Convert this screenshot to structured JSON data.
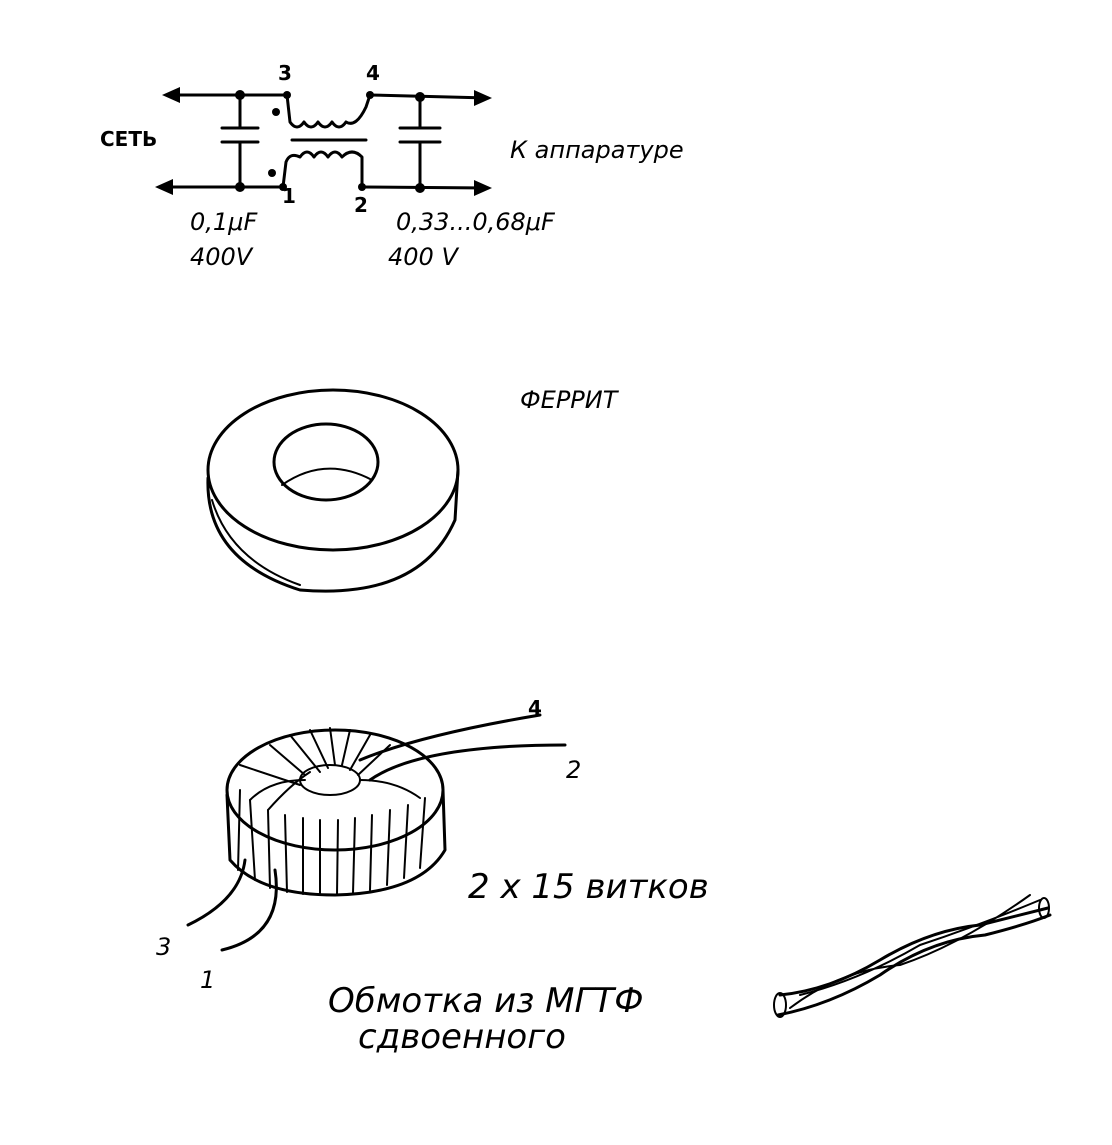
{
  "schematic": {
    "mains_label": "СЕТЬ",
    "load_label": "К аппаратуре",
    "pins": {
      "p1": "1",
      "p2": "2",
      "p3": "3",
      "p4": "4"
    },
    "cap_left": {
      "value": "0,1μF",
      "voltage": "400V"
    },
    "cap_right": {
      "value": "0,33...0,68μF",
      "voltage": "400 V"
    }
  },
  "ferrite": {
    "label": "ФЕРРИТ"
  },
  "wound_core": {
    "pins": {
      "p1": "1",
      "p2": "2",
      "p3": "3",
      "p4": "4"
    },
    "turns_label": "2 x 15 витков",
    "winding_note_line1": "Обмотка из МГТФ",
    "winding_note_line2": "сдвоенного"
  }
}
